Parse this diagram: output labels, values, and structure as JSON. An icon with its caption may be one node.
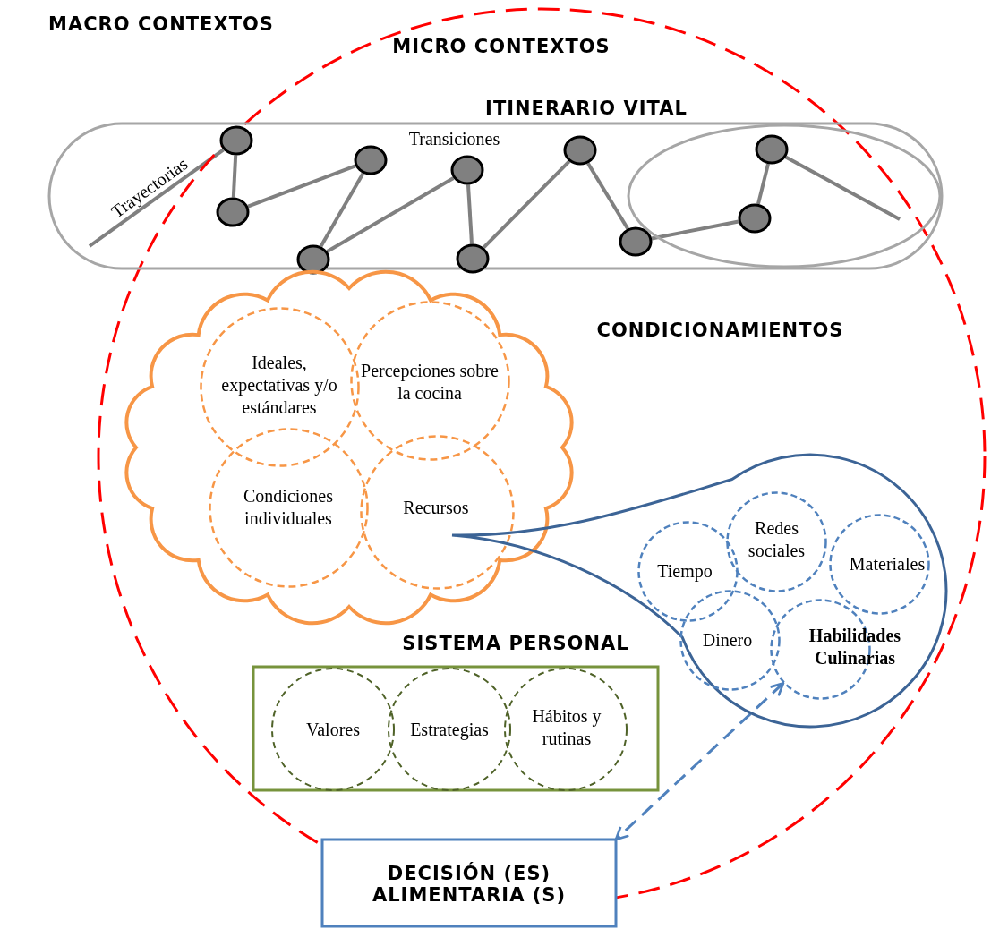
{
  "diagram": {
    "nodes": [
      {
        "text": [
          "MICRO CONTEXTOS"
        ]
      },
      {
        "text": [
          "ITINERARIO VITAL"
        ],
        "in": 0
      },
      {
        "text": [],
        "shape": "ellipse",
        "in": 1
      },
      {
        "text": [],
        "shape": "circle",
        "in": 1
      },
      {
        "text": [],
        "shape": "circle",
        "in": 1
      },
      {
        "text": [],
        "shape": "circle",
        "in": 0
      },
      {
        "text": [],
        "shape": "circle",
        "in": 1
      },
      {
        "text": [],
        "shape": "circle",
        "in": 1
      },
      {
        "text": [],
        "shape": "circle",
        "in": 0
      },
      {
        "text": [],
        "shape": "circle",
        "in": 1
      },
      {
        "text": [],
        "shape": "circle",
        "in": 1
      },
      {
        "text": [],
        "shape": "circle",
        "in": 2
      },
      {
        "text": [],
        "shape": "circle",
        "in": 2
      },
      {
        "text": [
          "CONDICIONAMIENTOS"
        ],
        "in": 0
      },
      {
        "text": [
          "Ideales, expectativas y/o estándares"
        ],
        "in": 13
      },
      {
        "text": [
          "Percepciones sobre la cocina"
        ],
        "in": 13
      },
      {
        "text": [
          "Condiciones individuales"
        ],
        "in": 13
      },
      {
        "text": [
          "Recursos"
        ],
        "in": 13
      },
      {
        "text": [],
        "shape": "drop",
        "in": 0
      },
      {
        "text": [
          "Tiempo"
        ],
        "in": 18
      },
      {
        "text": [
          "Redes sociales"
        ],
        "in": 18
      },
      {
        "text": [
          "Materiales"
        ],
        "in": 18
      },
      {
        "text": [
          "Dinero"
        ],
        "in": 18
      },
      {
        "text": [
          "Habilidades Culinarias"
        ],
        "in": 18
      },
      {
        "text": [
          "SISTEMA PERSONAL"
        ],
        "in": 0
      },
      {
        "text": [
          "Valores"
        ],
        "in": 24
      },
      {
        "text": [
          "Estrategias"
        ],
        "in": 24
      },
      {
        "text": [
          "Hábitos y rutinas"
        ],
        "in": 24
      },
      {
        "text": [
          "DECISIÓN (ES) ALIMENTARIA (S)"
        ]
      }
    ],
    "edges": [
      {
        "from": null,
        "to": 3,
        "arrow": "none",
        "label": "Trayectorias"
      },
      {
        "from": 3,
        "to": 4,
        "arrow": "none"
      },
      {
        "from": 4,
        "to": 6,
        "arrow": "none"
      },
      {
        "from": 6,
        "to": 5,
        "arrow": "none"
      },
      {
        "from": 5,
        "to": 7,
        "arrow": "none"
      },
      {
        "from": 7,
        "to": 8,
        "arrow": "none"
      },
      {
        "from": 8,
        "to": 9,
        "arrow": "none"
      },
      {
        "from": 9,
        "to": 10,
        "arrow": "none"
      },
      {
        "from": 10,
        "to": 11,
        "arrow": "none"
      },
      {
        "from": 11,
        "to": 12,
        "arrow": "none"
      },
      {
        "from": 12,
        "to": null,
        "arrow": "none"
      },
      {
        "from": 23,
        "to": 28,
        "arrow": "both",
        "style": "dashed",
        "color": "#4f81bd"
      }
    ],
    "labels": [
      "MACRO CONTEXTOS",
      "Transiciones"
    ]
  }
}
